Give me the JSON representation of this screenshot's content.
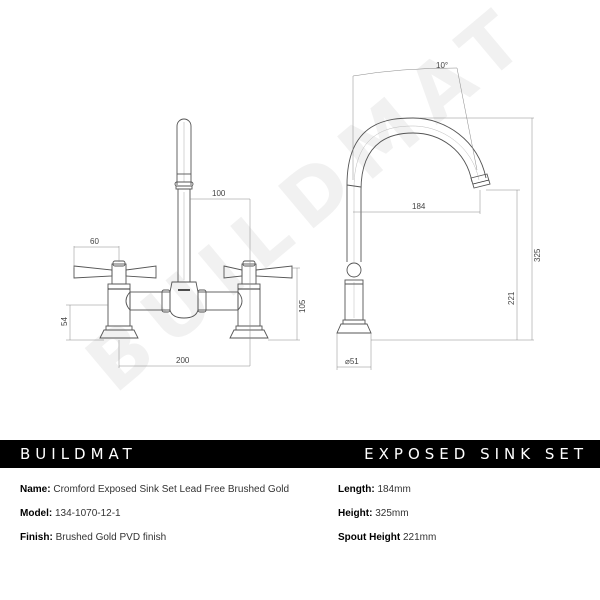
{
  "drawing": {
    "watermark": "BUILDMAT",
    "front_view": {
      "dim_handle_width": "60",
      "dim_spout_offset": "100",
      "dim_base_height": "54",
      "dim_handle_height": "105",
      "dim_centers": "200"
    },
    "side_view": {
      "dim_angle": "10°",
      "dim_reach": "184",
      "dim_total_height": "325",
      "dim_spout_height": "221",
      "dim_base_diameter": "⌀51"
    }
  },
  "banner": {
    "brand": "BUILDMAT",
    "product_type": "EXPOSED SINK SET"
  },
  "specs": {
    "left": [
      {
        "label": "Name:",
        "value": "Cromford Exposed Sink Set Lead Free Brushed Gold"
      },
      {
        "label": "Model:",
        "value": "134-1070-12-1"
      },
      {
        "label": "Finish:",
        "value": " Brushed Gold PVD finish"
      }
    ],
    "right": [
      {
        "label": "Length:",
        "value": "184mm"
      },
      {
        "label": "Height:",
        "value": "325mm"
      },
      {
        "label": "Spout Height",
        "value": "221mm"
      }
    ]
  },
  "colors": {
    "banner_bg": "#000000",
    "banner_text": "#ffffff",
    "line": "#555555",
    "dim_line": "#888888"
  }
}
